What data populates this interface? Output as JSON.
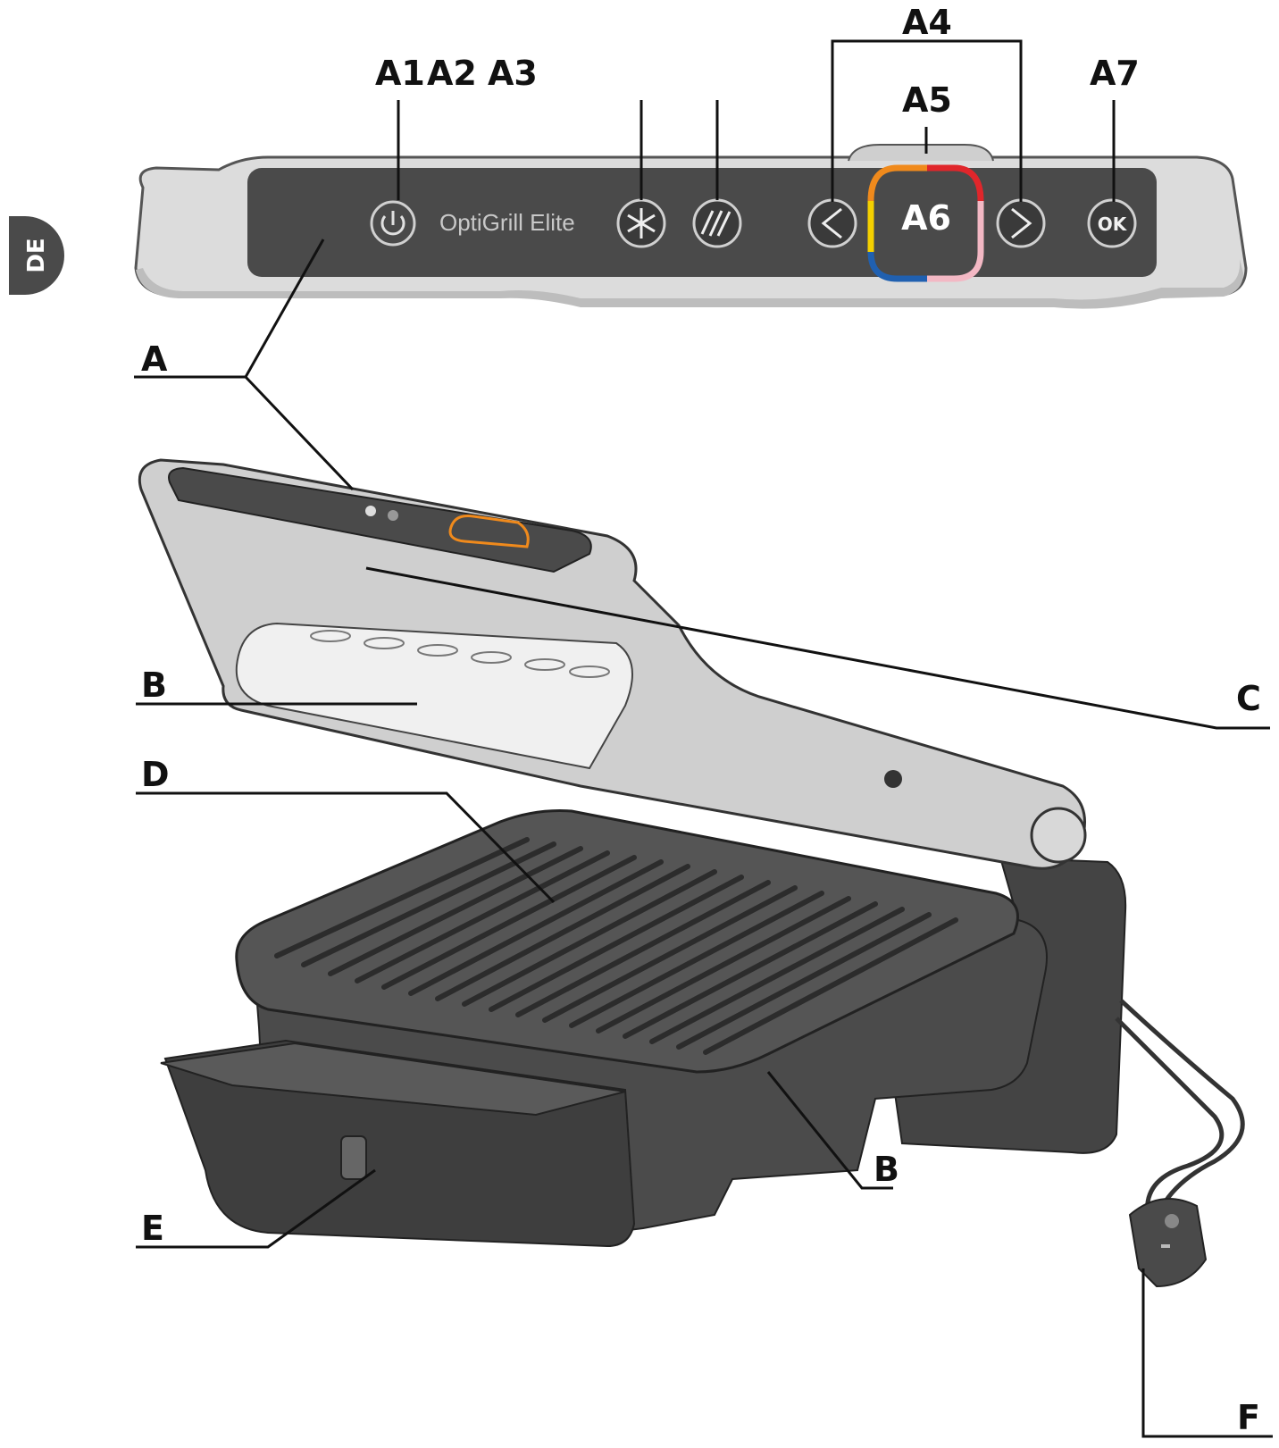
{
  "language_tab": "DE",
  "panel": {
    "brand": "OptiGrill Elite",
    "ok_label": "OK",
    "center_label": "A6"
  },
  "callouts": {
    "a1": "A1",
    "a2": "A2",
    "a3": "A3",
    "a4": "A4",
    "a5": "A5",
    "a7": "A7",
    "a": "A",
    "b_top": "B",
    "b_bottom": "B",
    "c": "C",
    "d": "D",
    "e": "E",
    "f": "F"
  },
  "colors": {
    "panel_dark": "#4a4a4a",
    "housing_light": "#d8d8d8",
    "body_dark": "#4b4b4b",
    "ring_orange": "#f08a1c",
    "ring_red": "#e0262b",
    "ring_yellow": "#f4d000",
    "ring_blue": "#2060b0",
    "ring_pink": "#f3b8c4"
  }
}
